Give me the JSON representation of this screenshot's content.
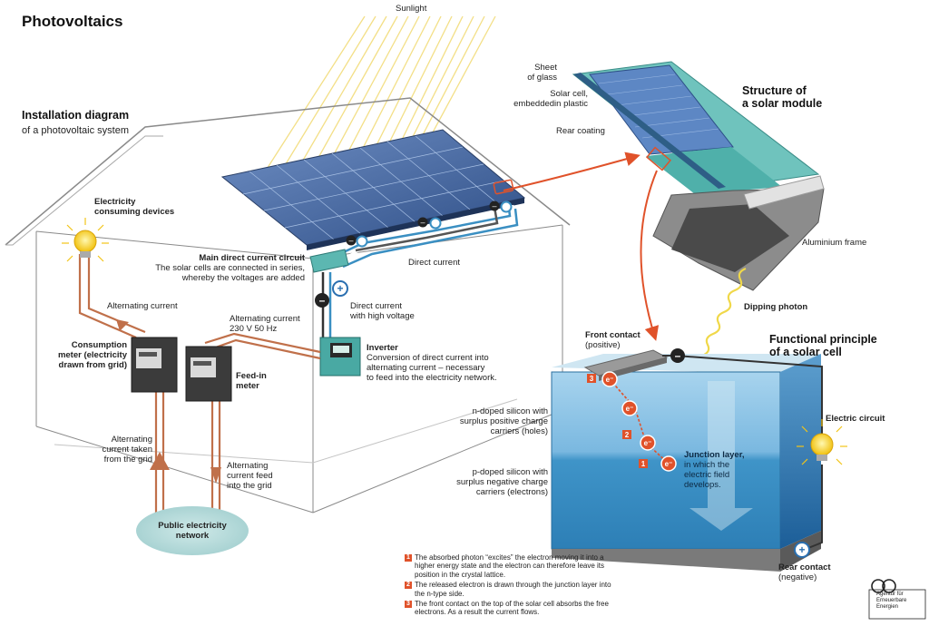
{
  "title": "Photovoltaics",
  "sunlight": "Sunlight",
  "installation": {
    "heading": "Installation diagram",
    "sub": "of a photovoltaic system"
  },
  "devices": {
    "line1": "Electricity",
    "line2": "consuming devices"
  },
  "main_dc": {
    "heading": "Main direct current circuit",
    "line1": "The solar cells are connected in series,",
    "line2": "whereby the voltages are added"
  },
  "direct_current": "Direct current",
  "dc_high": {
    "line1": "Direct current",
    "line2": "with high voltage"
  },
  "ac_label": "Alternating current",
  "ac_230": {
    "line1": "Alternating current",
    "line2": "230 V 50 Hz"
  },
  "consumption_meter": {
    "line1": "Consumption",
    "line2": "meter (electricity",
    "line3": "drawn from grid)"
  },
  "feed_in_meter": {
    "line1": "Feed-in",
    "line2": "meter"
  },
  "inverter": {
    "heading": "Inverter",
    "line1": "Conversion of direct current into",
    "line2": "alternating current – necessary",
    "line3": "to feed into the electricity network."
  },
  "ac_taken": {
    "line1": "Alternating",
    "line2": "current taken",
    "line3": "from the grid"
  },
  "ac_feed": {
    "line1": "Alternating",
    "line2": "current feed",
    "line3": "into the grid"
  },
  "public_network": {
    "line1": "Public electricity",
    "line2": "network"
  },
  "sheet_glass": {
    "line1": "Sheet",
    "line2": "of glass"
  },
  "solar_cell": {
    "line1": "Solar cell,",
    "line2": "embeddedin plastic"
  },
  "rear_coating": "Rear coating",
  "structure": {
    "line1": "Structure of",
    "line2": "a solar module"
  },
  "aluminium": "Aluminium frame",
  "dipping_photon": "Dipping photon",
  "functional": {
    "line1": "Functional principle",
    "line2": "of a solar cell"
  },
  "front_contact": {
    "line1": "Front contact",
    "line2": "(positive)"
  },
  "electric_circuit": "Electric circuit",
  "n_doped": {
    "line1": "n-doped silicon with",
    "line2": "surplus positive charge",
    "line3": "carriers (holes)"
  },
  "p_doped": {
    "line1": "p-doped silicon with",
    "line2": "surplus negative charge",
    "line3": "carriers (electrons)"
  },
  "junction": {
    "line1": "Junction layer,",
    "line2": "in which the",
    "line3": "electric field",
    "line4": "develops."
  },
  "rear_contact": {
    "line1": "Rear contact",
    "line2": "(negative)"
  },
  "minus": "–",
  "plus": "+",
  "electron": "e⁻",
  "step_numbers": [
    "1",
    "2",
    "3"
  ],
  "notes": [
    {
      "num": "1",
      "text": "The absorbed photon “excites” the electron moving it into a higher energy state and the electron can therefore leave its position in the crystal lattice."
    },
    {
      "num": "2",
      "text": "The released electron is drawn through the junction layer into the n-type side."
    },
    {
      "num": "3",
      "text": "The front contact on the top of the solar cell absorbs the free electrons. As a result the current flows."
    }
  ],
  "logo": {
    "line1": "Agentur für",
    "line2": "Erneuerbare",
    "line3": "Energien"
  },
  "colors": {
    "accent": "#e0522a",
    "panel": "#4a6fa8",
    "teal": "#6fc3bd",
    "cell_top": "#8fc6e4",
    "cell_bottom": "#3a8fc2",
    "cable": "#c0704a",
    "grid_blob": "#bfe0e0"
  }
}
